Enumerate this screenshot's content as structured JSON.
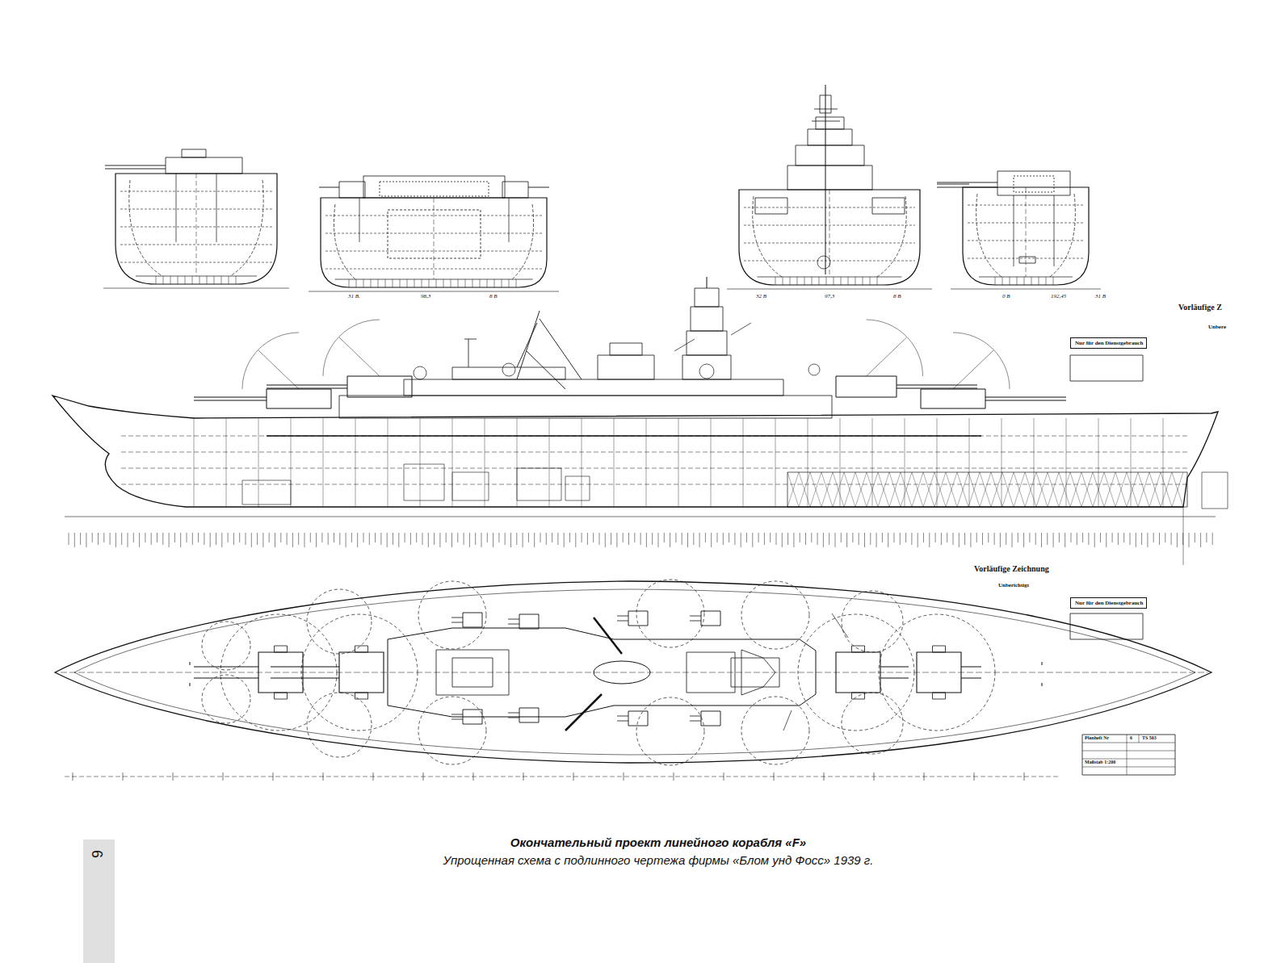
{
  "diagram": {
    "title": "Окончательный проект линейного корабля «F»",
    "caption": "Упрощенная схема с подлинного чертежа фирмы «Блом унд Фосс» 1939 г.",
    "nodes": [
      {
        "text": [
          "Nur für den Dienstgebrauch"
        ]
      },
      {
        "text": [
          "Nur für den Dienstgebrauch"
        ]
      }
    ],
    "labels": [
      "31 B.",
      "98,3",
      "8 B",
      "32 B",
      "97,3",
      "8 B",
      "0 B",
      "192,45",
      "31 B",
      "Vorläufige Z",
      "Unbere",
      "Vorläufige Zeichnung",
      "Unberichtigt",
      "Planheft Nr",
      "6",
      "TS 503",
      "Maßstab 1:200",
      "6"
    ]
  }
}
